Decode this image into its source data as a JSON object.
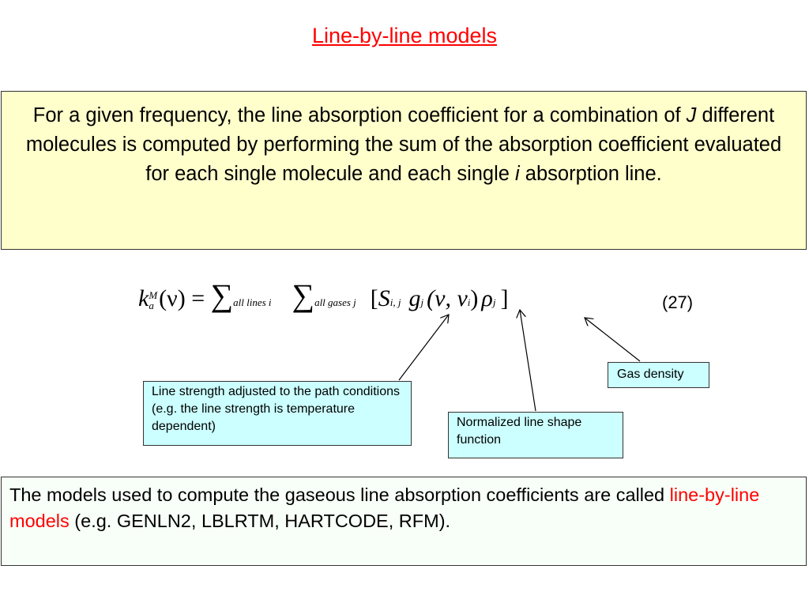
{
  "title": "Line-by-line models",
  "intro": {
    "part1": "For a given frequency, the line absorption coefficient for a combination of ",
    "var_j": "J",
    "part2": " different molecules is computed by performing the sum of the absorption coefficient evaluated for each single molecule and each single ",
    "var_i": "i",
    "part3": " absorption line."
  },
  "equation": {
    "k": "k",
    "k_sup": "M",
    "k_sub": "a",
    "lhs_arg": "(ν) = ",
    "sigma": "∑",
    "sum1_sub": "all lines i",
    "sum2_sub": "all gases j",
    "open_bracket": "[",
    "S": "S",
    "S_sub": "i, j",
    "g": "g",
    "g_sub": "j",
    "g_args_open": "(ν, ν",
    "nu_sub": "i",
    "g_args_close": ")",
    "rho": "ρ",
    "rho_sub": "j",
    "close_bracket": "]",
    "number": "(27)"
  },
  "callouts": {
    "line_strength": "Line strength adjusted to the path conditions (e.g. the line strength is temperature dependent)",
    "line_shape": "Normalized line shape function",
    "gas_density": "Gas density"
  },
  "models": {
    "part1": "The models used to compute the gaseous line absorption coefficients are called ",
    "highlight": "line-by-line models",
    "part2": " (e.g. GENLN2, LBLRTM, HARTCODE, RFM)."
  },
  "colors": {
    "accent_red": "#ff0000",
    "intro_bg": "#ffffcc",
    "callout_bg": "#ccffff"
  }
}
